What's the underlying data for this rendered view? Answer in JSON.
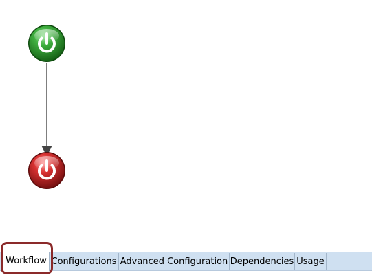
{
  "workflow": {
    "start_node": {
      "icon": "power-icon",
      "state": "start",
      "color": "#2e9a2e"
    },
    "end_node": {
      "icon": "power-icon",
      "state": "end",
      "color": "#c62828"
    }
  },
  "tabs": [
    {
      "label": "Workflow",
      "active": true
    },
    {
      "label": "Configurations",
      "active": false
    },
    {
      "label": "Advanced Configuration",
      "active": false
    },
    {
      "label": "Dependencies",
      "active": false
    },
    {
      "label": "Usage",
      "active": false
    }
  ],
  "highlight": {
    "target": "Workflow",
    "color": "#8b2a2a"
  }
}
